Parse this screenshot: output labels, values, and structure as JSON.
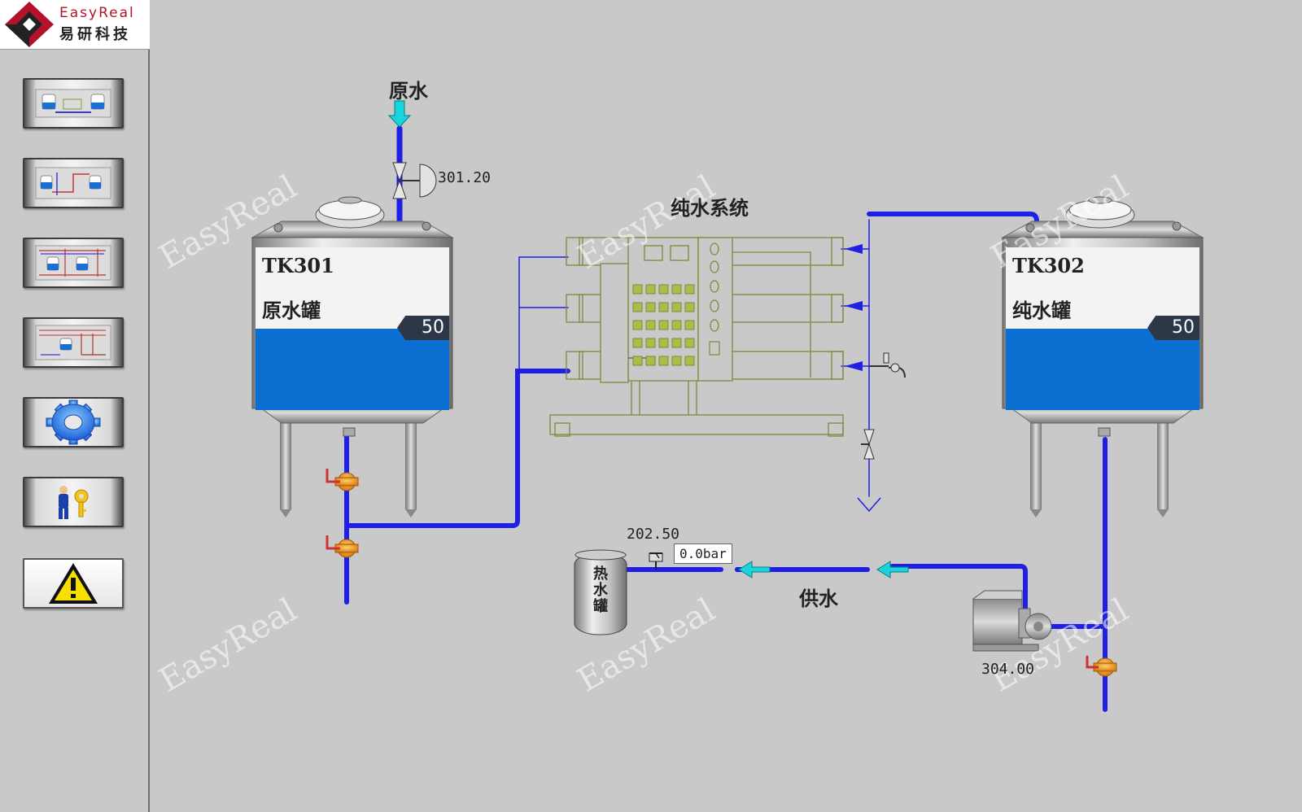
{
  "brand": {
    "name_en": "EasyReal",
    "name_cn": "易研科技"
  },
  "nav": [
    {
      "icon": "overview-screen-icon"
    },
    {
      "icon": "process-screen-2-icon"
    },
    {
      "icon": "process-screen-3-icon"
    },
    {
      "icon": "process-screen-4-icon"
    },
    {
      "icon": "settings-gear-icon"
    },
    {
      "icon": "user-login-key-icon"
    },
    {
      "icon": "alarm-warning-icon"
    }
  ],
  "process": {
    "raw_water_inlet_label": "原水",
    "inlet_valve_id": "301.20",
    "pure_water_system_label": "纯水系统",
    "supply_label": "供水",
    "hot_water_tank_label": "热水罐",
    "sensor_id": "202.50",
    "pressure": "0.0bar",
    "pump_id": "304.00",
    "tanks": [
      {
        "tag": "TK301",
        "name": "原水罐",
        "level": "50"
      },
      {
        "tag": "TK302",
        "name": "纯水罐",
        "level": "50"
      }
    ],
    "watermark": "EasyReal"
  },
  "colors": {
    "pipe": "#1f1fe6",
    "flow_arrow": "#19d4dc",
    "water": "#0a6fd1",
    "ro_frame": "#7b8a3a",
    "background": "#c9c9c9"
  }
}
